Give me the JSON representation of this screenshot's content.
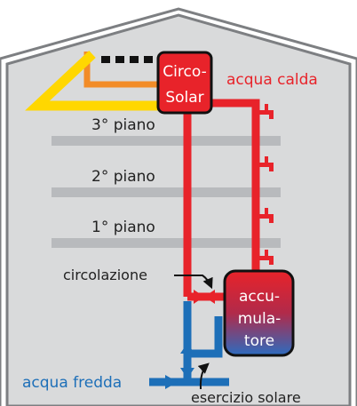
{
  "labels": {
    "circosolar_line1": "Circo-",
    "circosolar_line2": "Solar",
    "hot_water": "acqua calda",
    "floor3": "3° piano",
    "floor2": "2° piano",
    "floor1": "1° piano",
    "circulation": "circolazione",
    "storage_line1": "accu-",
    "storage_line2": "mula-",
    "storage_line3": "tore",
    "cold_water": "acqua fredda",
    "solar_operation": "esercizio solare"
  },
  "colors": {
    "hot": "#e8232a",
    "cold": "#1d6fb8",
    "collector": "#ffd700",
    "collector_pipe": "#f28c28",
    "house_fill": "#d9dadb",
    "house_stroke": "#7d7f82",
    "floor": "#b8babd",
    "frame": "#111111"
  }
}
